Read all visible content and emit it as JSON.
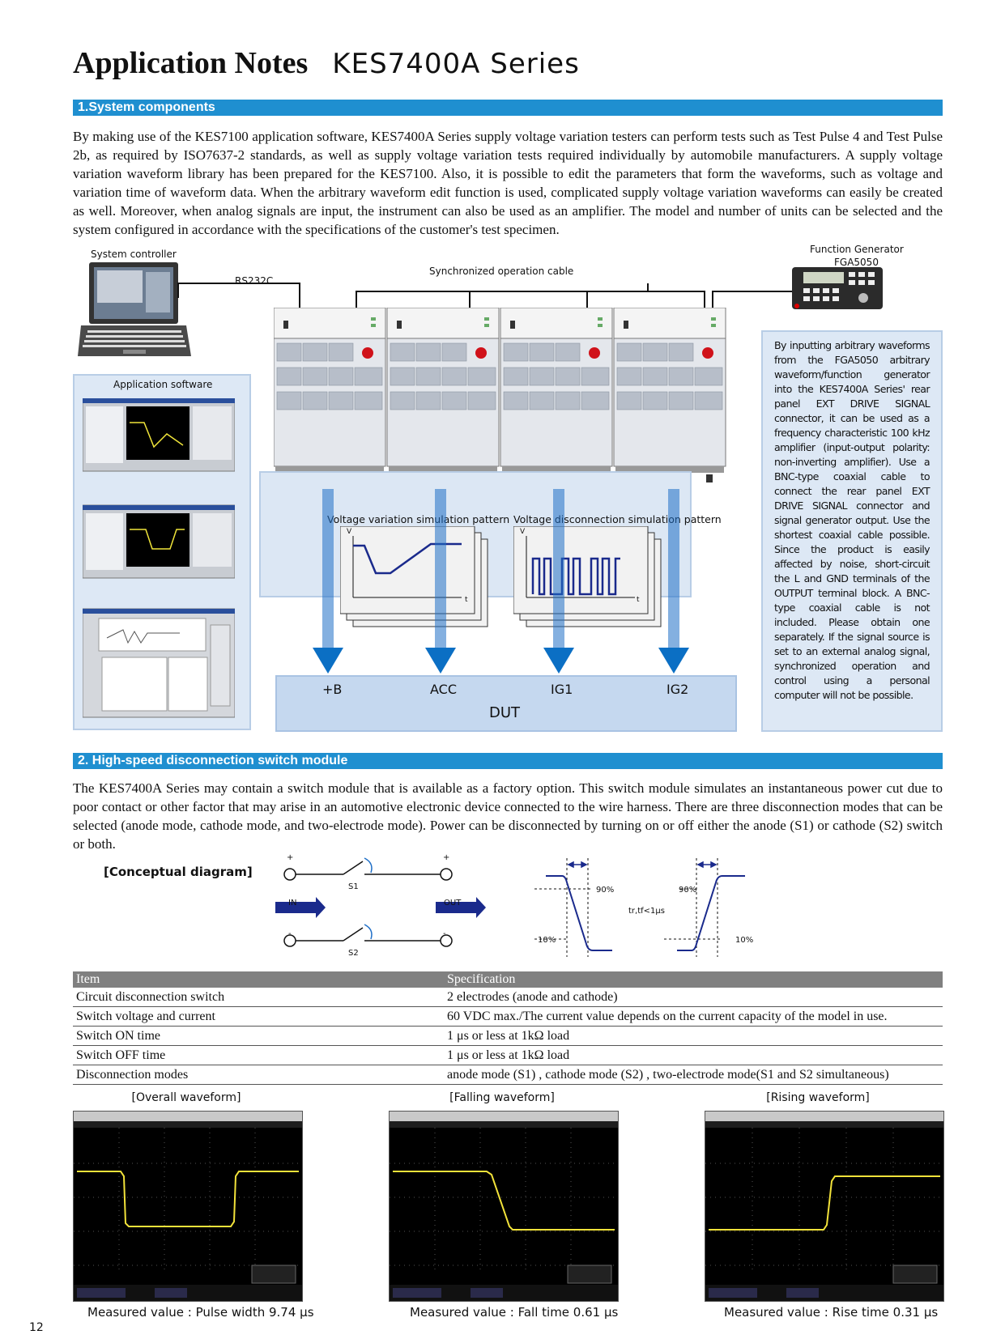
{
  "header": {
    "title": "Application Notes",
    "series": "KES7400A Series"
  },
  "section1": {
    "heading": "1.System components",
    "paragraph": "By making use of the KES7100 application software, KES7400A Series supply voltage variation testers can perform tests such as Test Pulse 4 and Test Pulse 2b, as required by ISO7637-2 standards, as well as supply voltage variation tests required individually by automobile manufacturers. A supply voltage variation waveform library has been prepared for the KES7100. Also, it is possible to edit the parameters that form the waveforms, such as voltage and variation time of waveform data. When the arbitrary waveform edit function is used, complicated supply voltage variation waveforms can easily be created as well. Moreover, when analog signals are input, the instrument can also be used as an amplifier. The model and number of units can be selected and the system configured in accordance with the specifications of the customer's test specimen."
  },
  "diagram1": {
    "system_controller": "System controller",
    "rs232c": "RS232C",
    "sync_cable": "Synchronized operation cable",
    "function_generator": "Function Generator",
    "fga": "FGA5050",
    "app_software": "Application software",
    "voltage_variation": "Voltage variation simulation pattern",
    "voltage_disconnection": "Voltage disconnection simulation pattern",
    "axis_v": "V",
    "axis_t": "t",
    "terminals": [
      "+B",
      "ACC",
      "IG1",
      "IG2"
    ],
    "dut": "DUT",
    "note": "By inputting arbitrary waveforms from the FGA5050 arbitrary waveform/function generator into the KES7400A Series' rear panel EXT DRIVE SIGNAL connector, it can be used as a frequency characteristic 100 kHz amplifier (input-output polarity: non-inverting amplifier). Use a BNC-type coaxial cable to connect the rear panel EXT DRIVE SIGNAL connector and signal generator output. Use the shortest coaxial cable possible. Since the product is easily affected by noise, short-circuit the L and GND terminals of the OUTPUT terminal block. A BNC-type coaxial cable is not included. Please obtain one separately. If the signal source is set to an external analog signal, synchronized operation and control using a personal computer will not be possible."
  },
  "section2": {
    "heading": "2. High-speed disconnection switch module",
    "paragraph": "The KES7400A Series may contain a switch module that is available as a factory option. This switch module simulates an instantaneous power cut due to poor contact or other factor that may arise in an automotive electronic device connected to the wire harness. There are three disconnection modes that can be selected (anode mode, cathode mode, and two-electrode mode). Power can be disconnected by turning on or off either the anode (S1) or cathode (S2) switch or both."
  },
  "concept": {
    "title": "[Conceptual diagram]",
    "plus": "+",
    "minus": "-",
    "s1": "S1",
    "s2": "S2",
    "in": "IN",
    "out": "OUT",
    "p90": "90%",
    "p10": "10%",
    "trtf": "tr,tf<1μs"
  },
  "spec_table": {
    "headers": [
      "Item",
      "Specification"
    ],
    "rows": [
      [
        "Circuit disconnection switch",
        "2 electrodes (anode and cathode)"
      ],
      [
        "Switch voltage and current",
        "60 VDC max./The current value depends on the current capacity of the model in use."
      ],
      [
        "Switch ON time",
        "1 μs or less at 1kΩ load"
      ],
      [
        "Switch OFF time",
        "1 μs or less at 1kΩ load"
      ],
      [
        "Disconnection modes",
        "anode mode (S1) , cathode mode (S2) , two-electrode mode(S1 and S2 simultaneous)"
      ]
    ]
  },
  "waveforms": [
    {
      "title": "[Overall waveform]",
      "caption": "Measured value : Pulse width 9.74 μs"
    },
    {
      "title": "[Falling waveform]",
      "caption": "Measured value : Fall time 0.61 μs"
    },
    {
      "title": "[Rising waveform]",
      "caption": "Measured value : Rise time 0.31 μs"
    }
  ],
  "page_number": "12",
  "colors": {
    "section_bar": "#1f8fd0",
    "arrow": "#0b6fc4",
    "trace": "#f2e23a",
    "table_header": "#808080"
  }
}
